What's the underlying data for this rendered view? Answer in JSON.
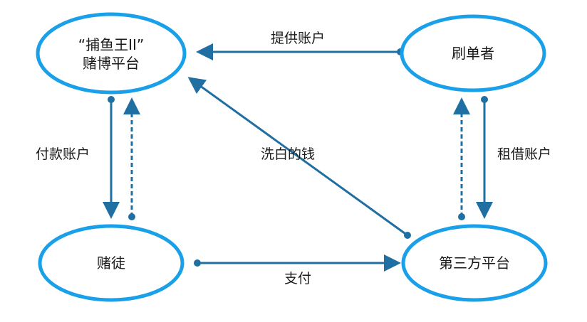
{
  "nodes": {
    "platform": {
      "line1": "“捕鱼王II”",
      "line2": "赌博平台"
    },
    "brusher": {
      "label": "刷单者"
    },
    "gambler": {
      "label": "赌徒"
    },
    "third_party": {
      "label": "第三方平台"
    }
  },
  "edges": {
    "provide_account": {
      "label": "提供账户"
    },
    "payment_account": {
      "label": "付款账户"
    },
    "laundered_money": {
      "label": "洗白的钱"
    },
    "rent_account": {
      "label": "租借账户"
    },
    "pay": {
      "label": "支付"
    }
  },
  "colors": {
    "node_border": "#19a0e8",
    "arrow": "#1f6fa3",
    "text": "#1a1a1a"
  }
}
